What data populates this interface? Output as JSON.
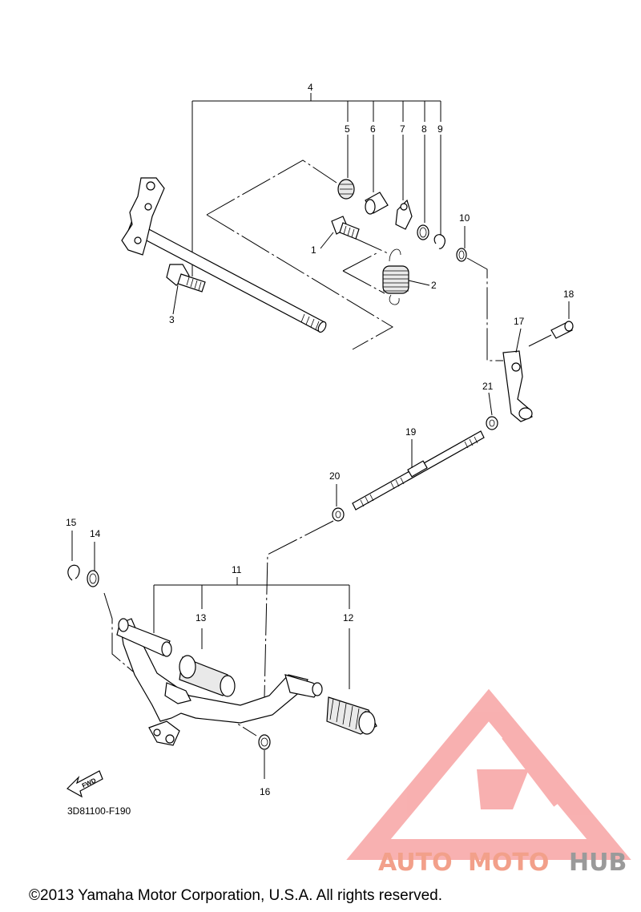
{
  "diagram": {
    "code": "3D81100-F190",
    "fwd_label": "FWD",
    "copyright": "©2013 Yamaha Motor Corporation, U.S.A. All rights reserved.",
    "callouts": [
      "1",
      "2",
      "3",
      "4",
      "5",
      "6",
      "7",
      "8",
      "9",
      "10",
      "11",
      "12",
      "13",
      "14",
      "15",
      "16",
      "17",
      "18",
      "19",
      "20",
      "21"
    ]
  },
  "watermark": {
    "text_part1": "AUTO",
    "text_part2": "MOTO",
    "text_part3": "HUB",
    "color_primary": "#f2a08a",
    "color_secondary": "#9a9a9a",
    "logo_color": "#f7a3a3"
  }
}
